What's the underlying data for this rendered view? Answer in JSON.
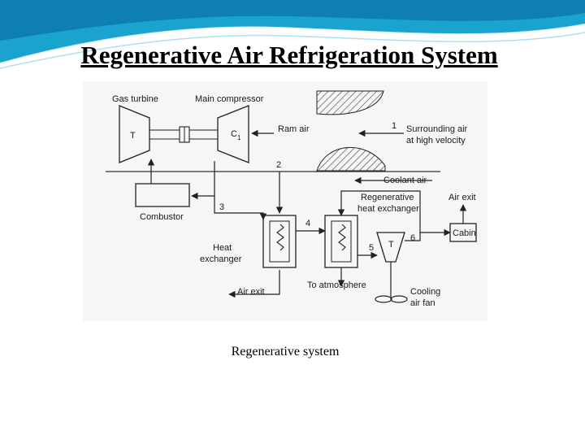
{
  "slide": {
    "title": "Regenerative Air Refrigeration System",
    "caption": "Regenerative system",
    "accent_color": "#1aa3cf",
    "accent_dark": "#0d7fb0"
  },
  "diagram": {
    "labels": {
      "gas_turbine": "Gas turbine",
      "main_compressor": "Main compressor",
      "turbine_symbol": "T",
      "compressor_symbol": "C",
      "compressor_subscript": "1",
      "ram_air": "Ram air",
      "surrounding_air_line1": "Surrounding air",
      "surrounding_air_line2": "at high velocity",
      "coolant_air": "Coolant air",
      "combustor": "Combustor",
      "regen_hx_line1": "Regenerative",
      "regen_hx_line2": "heat exchanger",
      "air_exit_top": "Air exit",
      "cabin": "Cabin",
      "heat_exchanger_line1": "Heat",
      "heat_exchanger_line2": "exchanger",
      "cooling_turbine_symbol": "T",
      "air_exit_bottom": "Air exit",
      "to_atmosphere": "To atmosphere",
      "cooling_fan_line1": "Cooling",
      "cooling_fan_line2": "air fan"
    },
    "state_points": [
      "1",
      "2",
      "3",
      "4",
      "5",
      "6"
    ]
  }
}
